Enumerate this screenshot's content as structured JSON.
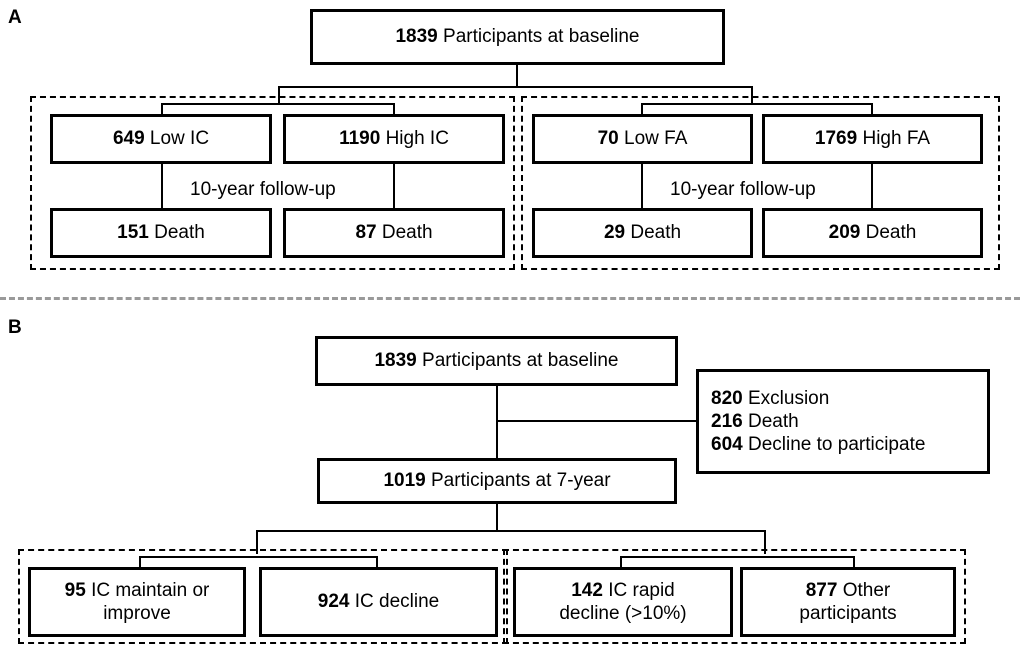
{
  "figure": {
    "panels": [
      {
        "label": "A",
        "root": {
          "num": "1839",
          "text": " Participants at baseline"
        },
        "groups": [
          {
            "name": "ic-group",
            "arms": [
              {
                "top": {
                  "num": "649",
                  "text": " Low IC"
                },
                "bottom": {
                  "num": "151",
                  "text": " Death"
                }
              },
              {
                "top": {
                  "num": "1190",
                  "text": " High IC"
                },
                "bottom": {
                  "num": "87",
                  "text": " Death"
                }
              }
            ],
            "caption": "10-year follow-up"
          },
          {
            "name": "fa-group",
            "arms": [
              {
                "top": {
                  "num": "70",
                  "text": " Low FA"
                },
                "bottom": {
                  "num": "29",
                  "text": " Death"
                }
              },
              {
                "top": {
                  "num": "1769",
                  "text": " High FA"
                },
                "bottom": {
                  "num": "209",
                  "text": " Death"
                }
              }
            ],
            "caption": "10-year follow-up"
          }
        ]
      },
      {
        "label": "B",
        "root": {
          "num": "1839",
          "text": " Participants at baseline"
        },
        "exclusion": {
          "lines": [
            {
              "num": "820",
              "text": " Exclusion"
            },
            {
              "num": "216",
              "text": " Death"
            },
            {
              "num": "604",
              "text": " Decline to participate"
            }
          ]
        },
        "second": {
          "num": "1019",
          "text": " Participants at 7-year"
        },
        "groups": [
          {
            "name": "ic-change-group",
            "boxes": [
              {
                "num": "95",
                "line1": " IC maintain or",
                "line2": "improve"
              },
              {
                "num": "924",
                "line1": " IC decline",
                "line2": ""
              }
            ]
          },
          {
            "name": "ic-rapid-group",
            "boxes": [
              {
                "num": "142",
                "line1": " IC rapid",
                "line2": "decline (>10%)"
              },
              {
                "num": "877",
                "line1": " Other",
                "line2": "participants"
              }
            ]
          }
        ]
      }
    ]
  }
}
